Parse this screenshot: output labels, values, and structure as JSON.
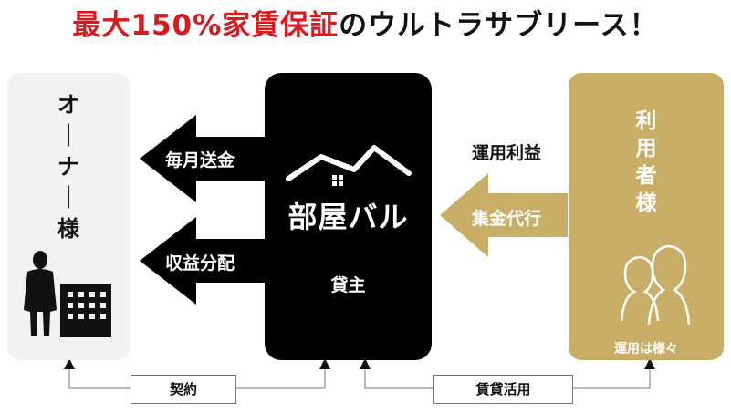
{
  "title": {
    "part1": "最大150%家賃保証",
    "part2": "のウルトラサブリース！"
  },
  "owner": {
    "label_lines": [
      "オ",
      "｜",
      "ナ",
      "｜",
      "様"
    ]
  },
  "center": {
    "brand": "部屋バル",
    "role": "貸主"
  },
  "users": {
    "label_lines": [
      "利",
      "用",
      "者",
      "様"
    ],
    "note": "運用は様々"
  },
  "arrows": {
    "monthly_remittance": "毎月送金",
    "profit_distribution": "収益分配",
    "operating_profit": "運用利益",
    "collection_agency": "集金代行"
  },
  "bottom": {
    "contract": "契約",
    "lease_use": "賃貸活用"
  },
  "colors": {
    "title_red": "#d8191e",
    "gold": "#c9ae67",
    "black": "#000000",
    "owner_bg": "#f2f2f2"
  },
  "icons": [
    "house-roof-icon",
    "businessman-icon",
    "building-icon",
    "people-silhouette-icon"
  ]
}
